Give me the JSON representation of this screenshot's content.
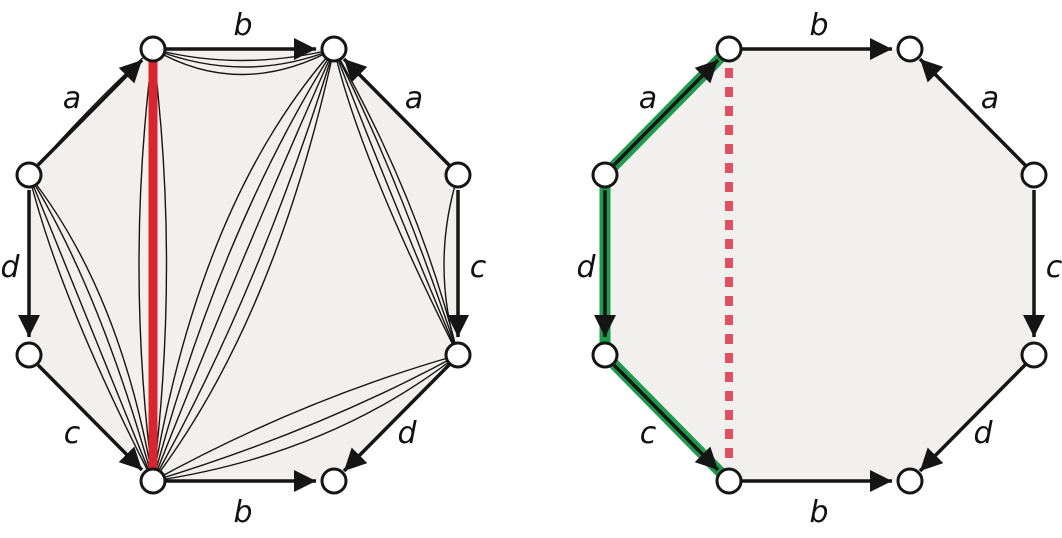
{
  "panels": [
    {
      "id": "left",
      "edge_labels": [
        "b",
        "a",
        "c",
        "d",
        "b",
        "c",
        "d",
        "a"
      ],
      "highlight_color": "#d9262e"
    },
    {
      "id": "right",
      "edge_labels": [
        "b",
        "a",
        "c",
        "d",
        "b",
        "c",
        "d",
        "a"
      ],
      "highlight_color": "#1e9a4a",
      "dashed_color": "#e0505e"
    }
  ]
}
